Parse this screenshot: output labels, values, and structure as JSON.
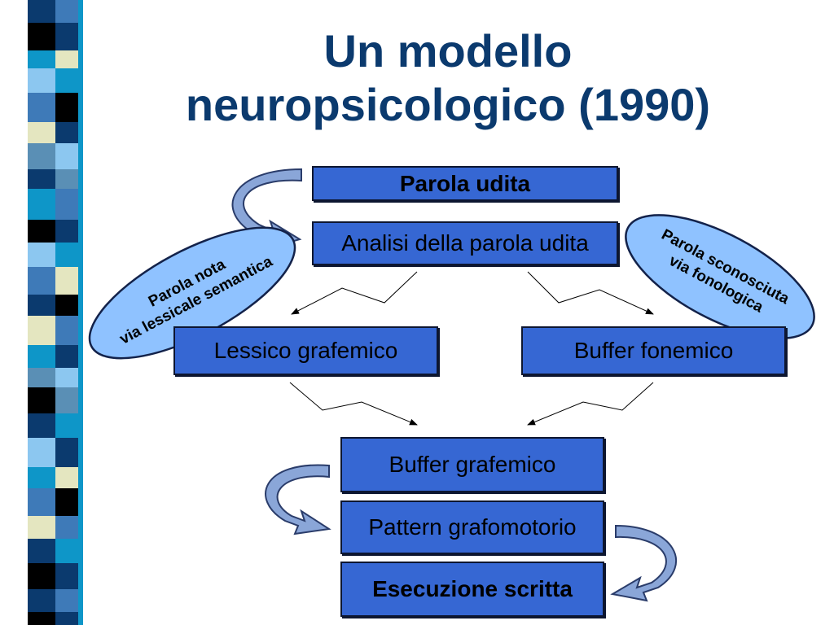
{
  "title": {
    "line1": "Un modello",
    "line2": "neuropsicologico (1990)"
  },
  "boxes": {
    "parola_udita": "Parola udita",
    "analisi": "Analisi della parola udita",
    "lessico": "Lessico grafemico",
    "buffer_fonemico": "Buffer fonemico",
    "buffer_grafemico": "Buffer grafemico",
    "pattern": "Pattern grafomotorio",
    "esecuzione": "Esecuzione scritta"
  },
  "ellipses": {
    "left": {
      "line1": "Parola nota",
      "line2": "via lessicale semantica"
    },
    "right": {
      "line1": "Parola sconosciuta",
      "line2": "via fonologica"
    }
  },
  "colors": {
    "title": "#0b3a6e",
    "box_fill": "#3667d3",
    "box_border": "#0d1630",
    "ellipse_fill": "#8fc2ff",
    "ellipse_border": "#13224a",
    "curved_arrow_fill": "#8aa6d8",
    "curved_arrow_stroke": "#2a3c6a",
    "stripe_palette": [
      "#0b3a6e",
      "#3e7ab8",
      "#0e96c8",
      "#e4e6c0",
      "#000000",
      "#8cc7f0",
      "#5a8fb5"
    ]
  }
}
